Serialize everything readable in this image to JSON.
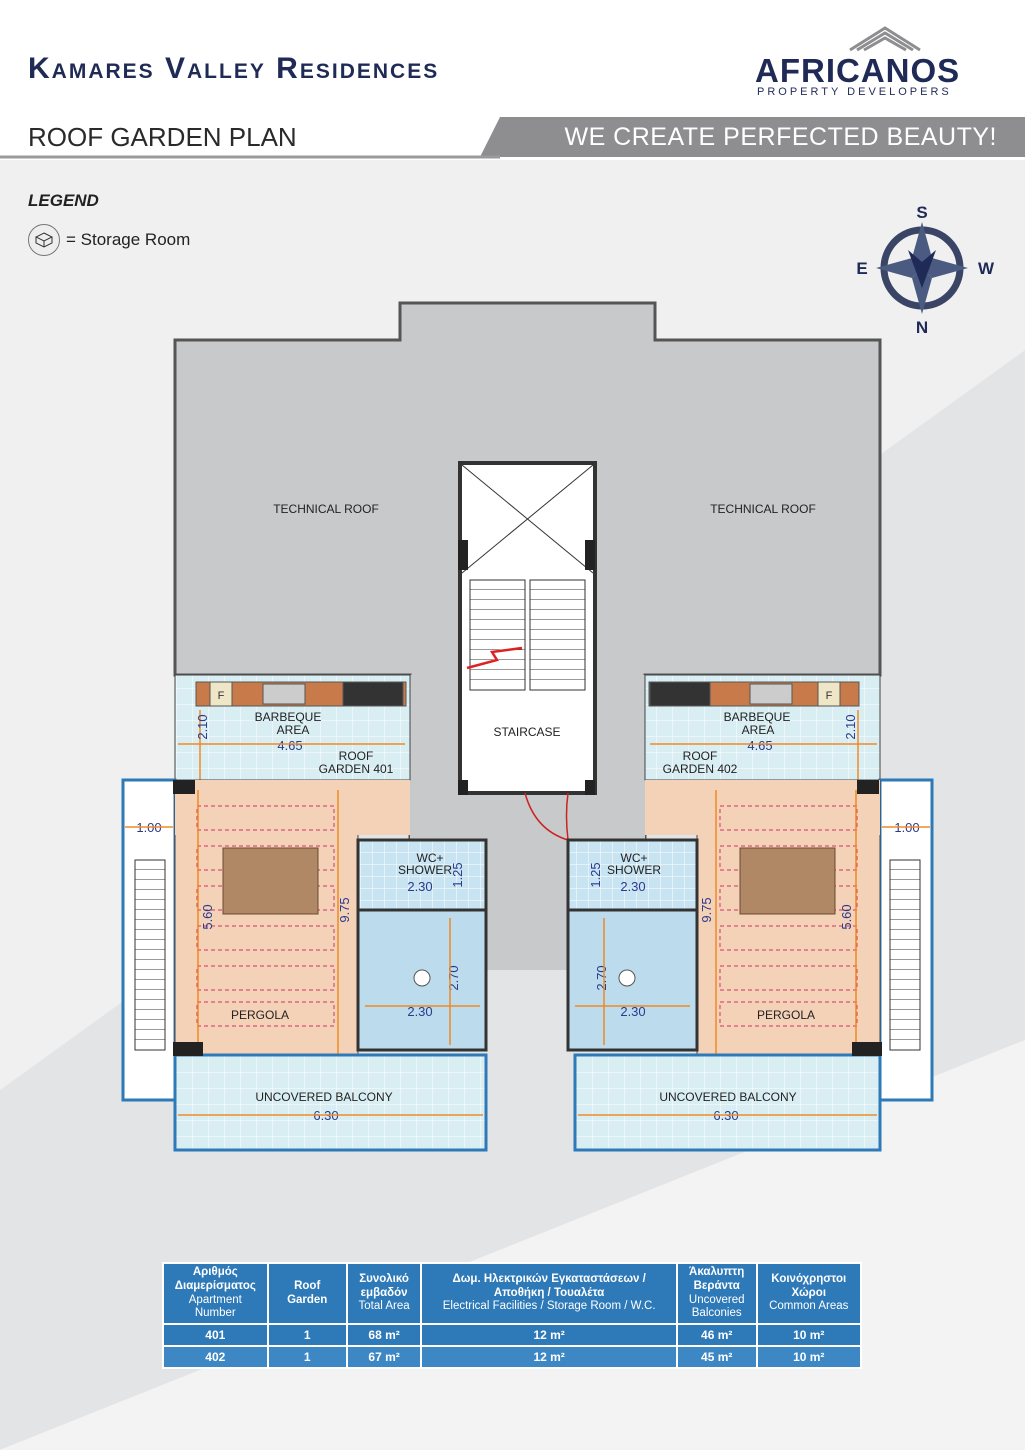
{
  "header": {
    "title": "Kamares Valley Residences",
    "plan_title": "ROOF GARDEN PLAN",
    "slogan": "WE CREATE PERFECTED BEAUTY!"
  },
  "logo": {
    "name": "AFRICANOS",
    "subtitle": "PROPERTY DEVELOPERS"
  },
  "legend": {
    "title": "LEGEND",
    "storage_text": "= Storage Room",
    "storage_icon": "storage-box-icon"
  },
  "compass": {
    "top": "S",
    "left": "E",
    "right": "W",
    "bottom": "N"
  },
  "plan": {
    "technical_roof_left": "TECHNICAL ROOF",
    "technical_roof_right": "TECHNICAL ROOF",
    "staircase": "STAIRCASE",
    "left": {
      "bbq_1": "BARBEQUE",
      "bbq_2": "AREA",
      "bbq_dim": "4.65",
      "bbq_height": "2.10",
      "garden_1": "ROOF",
      "garden_2": "GARDEN 401",
      "wc_1": "WC+",
      "wc_2": "SHOWER",
      "wc_w": "2.30",
      "wc_h": "1.25",
      "storage_w": "2.30",
      "storage_h": "2.70",
      "pergola": "PERGOLA",
      "pergola_w": "5.60",
      "pergola_h": "9.75",
      "side": "1.00",
      "balcony": "UNCOVERED BALCONY",
      "balcony_w": "6.30",
      "fridge": "F"
    },
    "right": {
      "bbq_1": "BARBEQUE",
      "bbq_2": "AREA",
      "bbq_dim": "4.65",
      "bbq_height": "2.10",
      "garden_1": "ROOF",
      "garden_2": "GARDEN 402",
      "wc_1": "WC+",
      "wc_2": "SHOWER",
      "wc_w": "2.30",
      "wc_h": "1.25",
      "storage_w": "2.30",
      "storage_h": "2.70",
      "pergola": "PERGOLA",
      "pergola_w": "5.60",
      "pergola_h": "9.75",
      "side": "1.00",
      "balcony": "UNCOVERED BALCONY",
      "balcony_w": "6.30",
      "fridge": "F"
    }
  },
  "table": {
    "headers": [
      {
        "el": "Αριθμός Διαμερίσματος",
        "en": "Apartment Number"
      },
      {
        "el": "Roof Garden",
        "en": ""
      },
      {
        "el": "Συνολικό εμβαδόν",
        "en": "Total Area"
      },
      {
        "el": "Δωμ. Ηλεκτρικών Εγκαταστάσεων / Αποθήκη / Τουαλέτα",
        "en": "Electrical Facilities / Storage Room / W.C."
      },
      {
        "el": "Άκαλυπτη Βεράντα",
        "en": "Uncovered Balconies"
      },
      {
        "el": "Κοινόχρηστοι Χώροι",
        "en": "Common Areas"
      }
    ],
    "rows": [
      [
        "401",
        "1",
        "68 m²",
        "12 m²",
        "46 m²",
        "10 m²"
      ],
      [
        "402",
        "1",
        "67 m²",
        "12 m²",
        "45 m²",
        "10 m²"
      ]
    ]
  },
  "colors": {
    "navy": "#1f2a56",
    "table_blue": "#2e79b8",
    "pergola": "#f4d2b8",
    "tile": "#d8eef3",
    "orange": "#f08a24"
  }
}
